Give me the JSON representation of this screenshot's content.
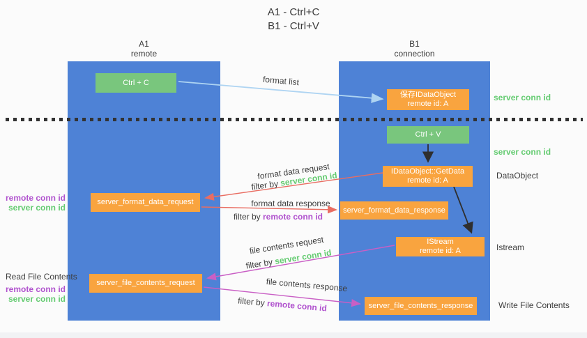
{
  "title": {
    "line1": "A1 - Ctrl+C",
    "line2": "B1 - Ctrl+V"
  },
  "columns": {
    "a": {
      "name": "A1",
      "subtitle": "remote"
    },
    "b": {
      "name": "B1",
      "subtitle": "connection"
    }
  },
  "boxes": {
    "ctrl_c": {
      "label": "Ctrl + C"
    },
    "ctrl_v": {
      "label": "Ctrl + V"
    },
    "save_idataobject": {
      "line1": "保存IDataObject",
      "line2": "remote id: A"
    },
    "getdata": {
      "line1": "IDataObject::GetData",
      "line2": "remote id: A"
    },
    "istream": {
      "line1": "IStream",
      "line2": "remote id: A"
    },
    "format_request": {
      "label": "server_format_data_request"
    },
    "format_response": {
      "label": "server_format_data_response"
    },
    "file_request": {
      "label": "server_file_contents_request"
    },
    "file_response": {
      "label": "server_file_contents_response"
    }
  },
  "arrow_labels": {
    "format_list": "format list",
    "format_data_request": "format data request",
    "format_data_response": "format data response",
    "file_contents_request": "file contents request",
    "file_contents_response": "file contents response",
    "filter_by": "filter by",
    "server_conn_id": "server conn id",
    "remote_conn_id": "remote conn id"
  },
  "side_labels": {
    "server_conn_id": "server conn id",
    "remote_conn_id": "remote conn id",
    "dataobject": "DataObject",
    "istream": "Istream",
    "read_file_contents": "Read File Contents",
    "write_file_contents": "Write File Contents"
  },
  "colors": {
    "column_blue": "#4e82d6",
    "box_green": "#79c67d",
    "box_orange": "#f9a43f",
    "arrow_red": "#e96d62",
    "arrow_magenta": "#c95fc5",
    "arrow_light_blue": "#aed4f2",
    "arrow_black": "#2f2f2f",
    "text_green": "#63cb70",
    "text_purple": "#b052ce"
  }
}
